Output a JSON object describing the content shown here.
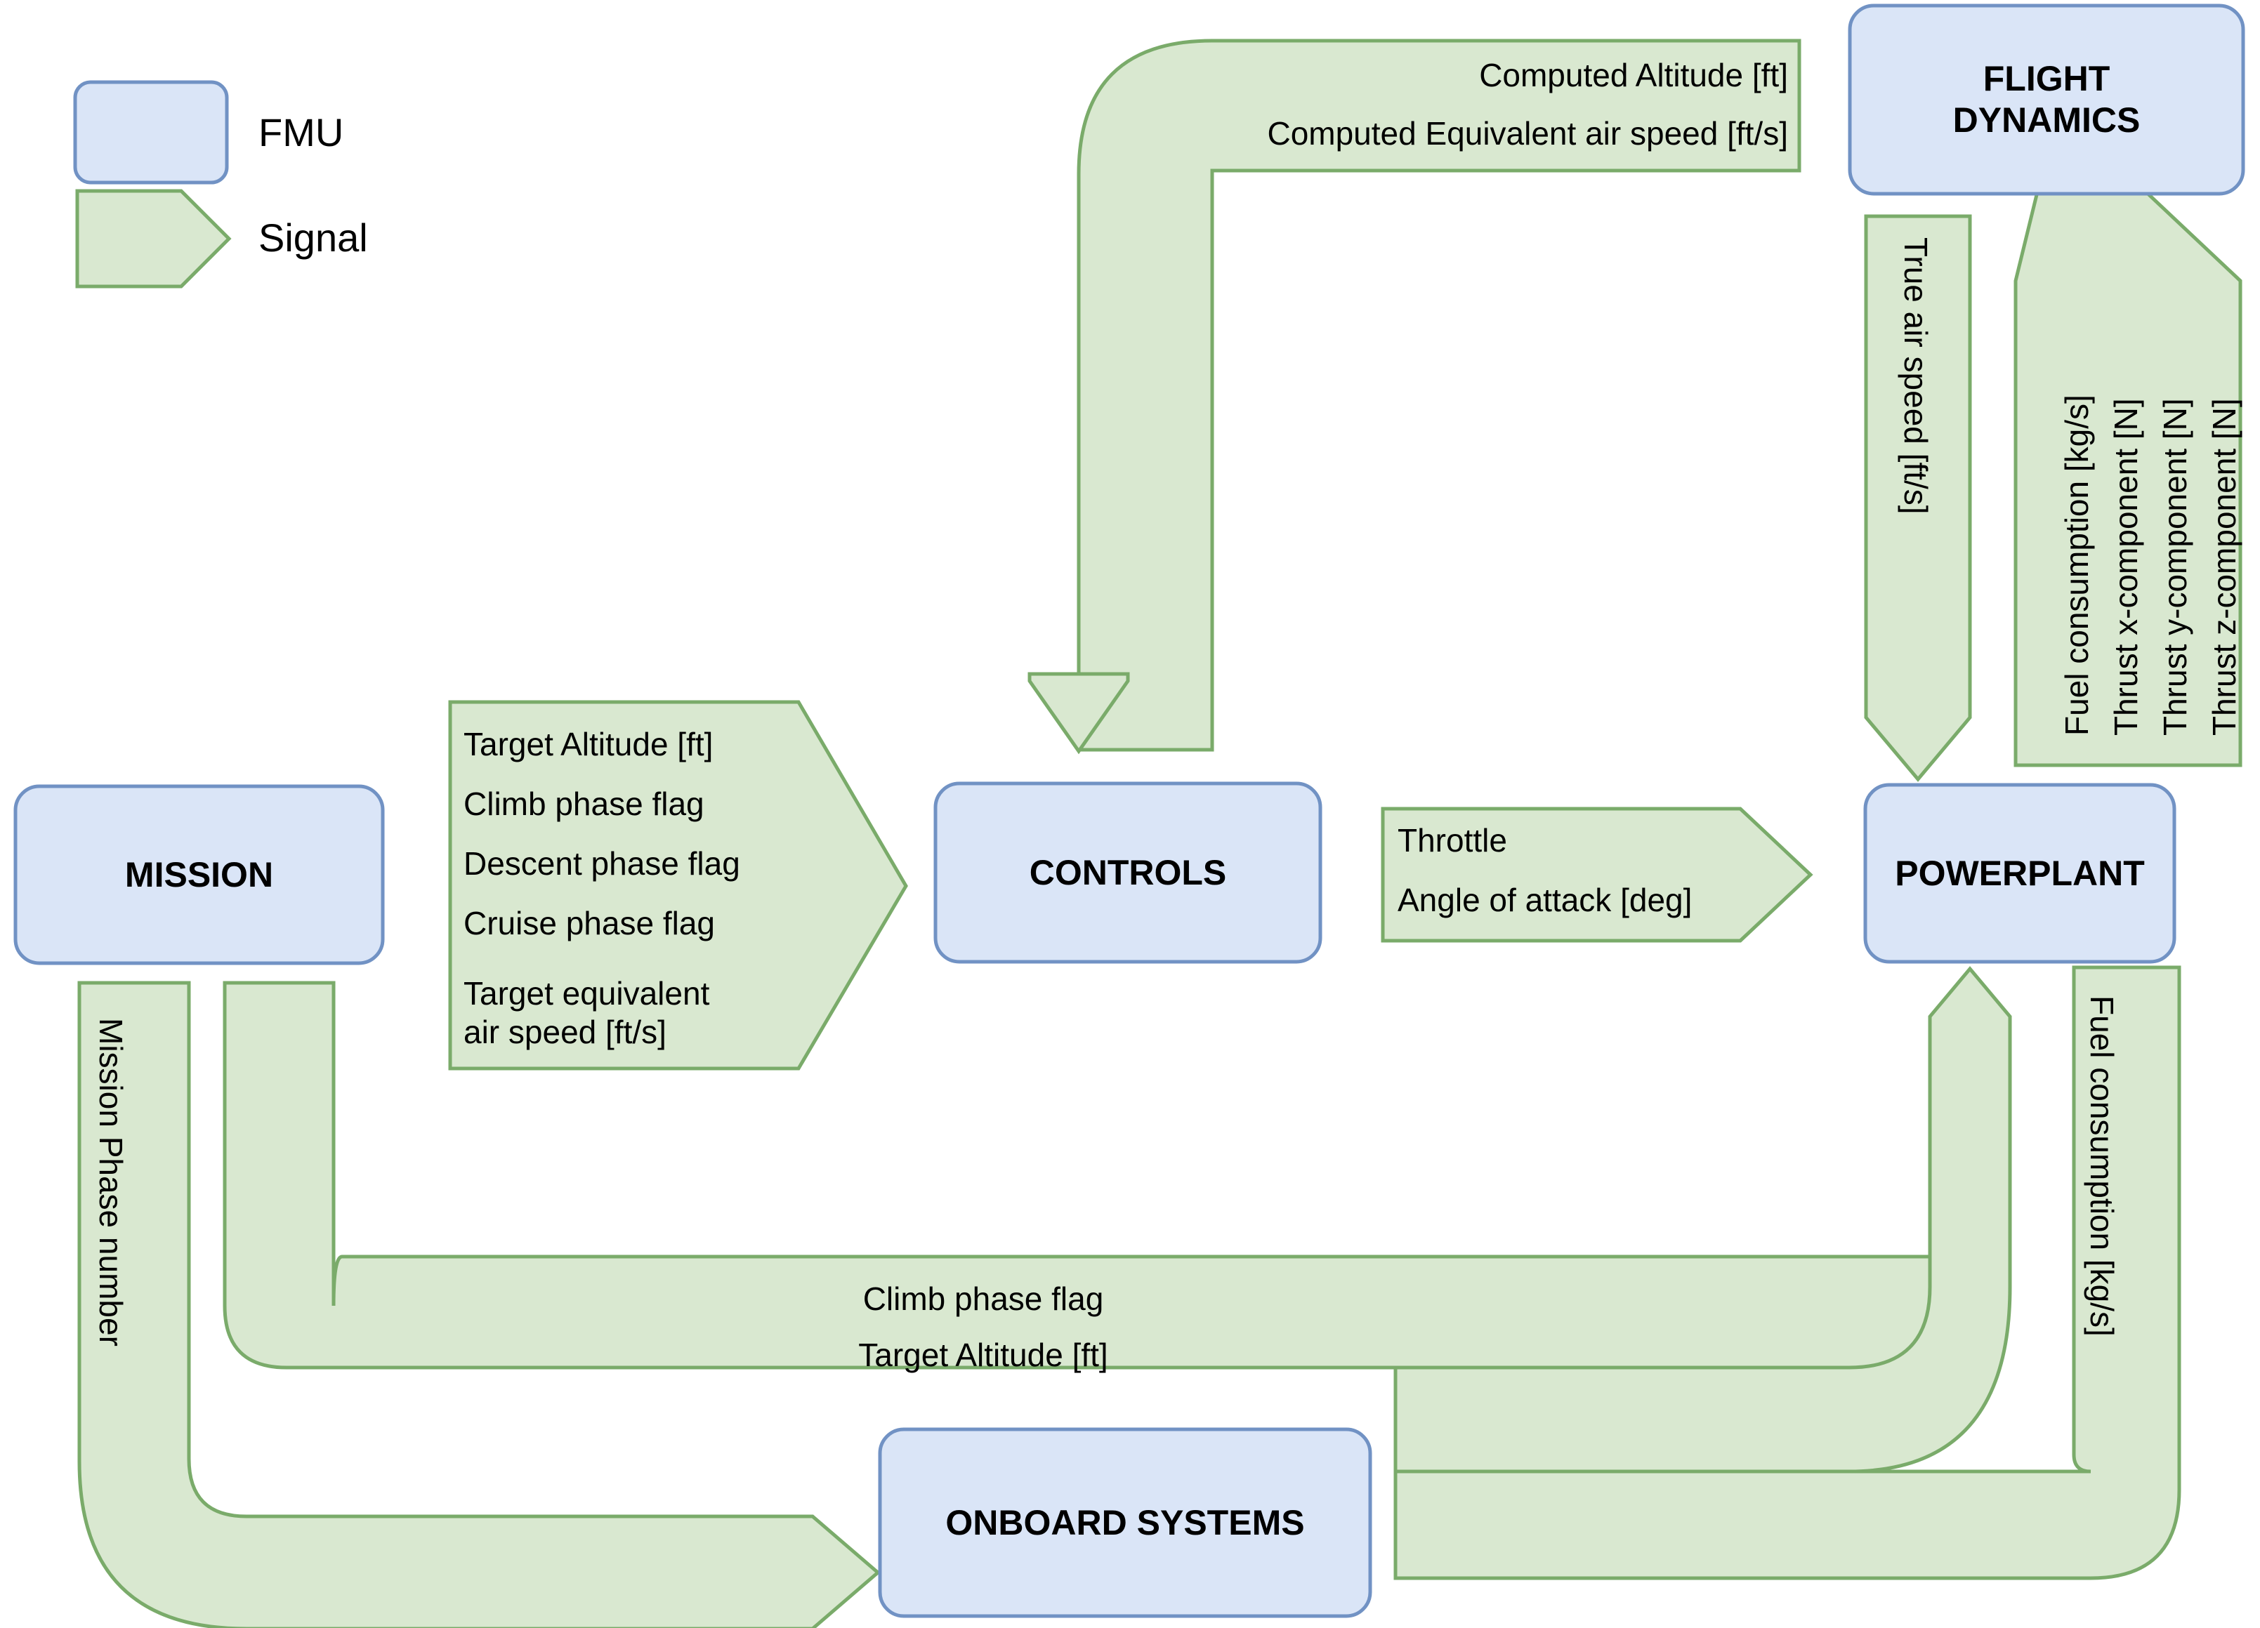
{
  "legend": {
    "items": [
      {
        "key": "fmu",
        "label": "FMU",
        "shape": "rounded-rect",
        "fill": "#dae5f7",
        "stroke": "#7192c4"
      },
      {
        "key": "signal",
        "label": "Signal",
        "shape": "arrow",
        "fill": "#d9e8d0",
        "stroke": "#7aab6a"
      }
    ]
  },
  "nodes": [
    {
      "id": "mission",
      "label": "MISSION"
    },
    {
      "id": "controls",
      "label": "CONTROLS"
    },
    {
      "id": "powerplant",
      "label": "POWERPLANT"
    },
    {
      "id": "flight_dynamics",
      "label": "FLIGHT\nDYNAMICS",
      "line1": "FLIGHT",
      "line2": "DYNAMICS"
    },
    {
      "id": "onboard_systems",
      "label": "ONBOARD SYSTEMS"
    }
  ],
  "signals": [
    {
      "id": "flightdynamics-to-controls",
      "from": "flight_dynamics",
      "to": "controls",
      "orientation": "horizontal-then-down",
      "lines": [
        "Computed Altitude [ft]",
        "Computed Equivalent air speed [ft/s]"
      ]
    },
    {
      "id": "flightdynamics-to-powerplant",
      "from": "flight_dynamics",
      "to": "powerplant",
      "orientation": "vertical-down",
      "lines": [
        "True air speed [ft/s]"
      ]
    },
    {
      "id": "powerplant-to-flightdynamics",
      "from": "powerplant",
      "to": "flight_dynamics",
      "orientation": "vertical-up",
      "lines": [
        "Fuel consumption [kg/s]",
        "Thrust x-component [N]",
        "Thrust y-component [N]",
        "Thrust z-component [N]"
      ]
    },
    {
      "id": "mission-to-controls",
      "from": "mission",
      "to": "controls",
      "orientation": "horizontal-right",
      "lines": [
        "Target Altitude [ft]",
        "Climb phase flag",
        "Descent phase flag",
        "Cruise phase flag",
        "Target equivalent",
        "air speed [ft/s]"
      ]
    },
    {
      "id": "controls-to-powerplant",
      "from": "controls",
      "to": "powerplant",
      "orientation": "horizontal-right",
      "lines": [
        "Throttle",
        "Angle of attack [deg]"
      ]
    },
    {
      "id": "mission-to-onboardsystems",
      "from": "mission",
      "to": "onboard_systems",
      "orientation": "down-then-right",
      "lines": [
        "Mission Phase number"
      ]
    },
    {
      "id": "onboardsystems-to-mission",
      "from": "onboard_systems",
      "to": "mission",
      "orientation": "left-then-up",
      "lines": [
        "Climb phase flag",
        "Target Altitude [ft]"
      ]
    },
    {
      "id": "powerplant-to-onboardsystems",
      "from": "powerplant",
      "to": "onboard_systems",
      "orientation": "down-then-left",
      "lines": [
        "Fuel consumption [kg/s]"
      ]
    },
    {
      "id": "onboardsystems-to-powerplant",
      "from": "onboard_systems",
      "to": "powerplant",
      "orientation": "right-then-up",
      "lines": []
    }
  ],
  "colors": {
    "fmu_fill": "#dae5f7",
    "fmu_stroke": "#7192c4",
    "signal_fill": "#d9e8d0",
    "signal_stroke": "#7aab6a",
    "text": "#000000",
    "background": "#ffffff"
  }
}
